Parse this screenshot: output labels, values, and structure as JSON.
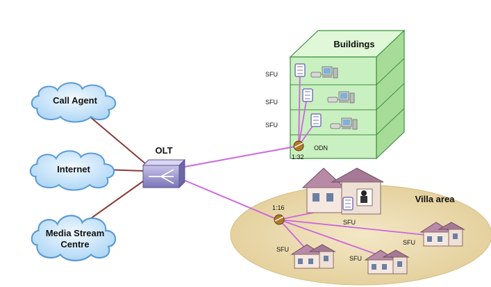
{
  "clouds": {
    "call_agent": "Call Agent",
    "internet": "Internet",
    "media_line1": "Media Stream",
    "media_line2": "Centre"
  },
  "olt": {
    "label": "OLT"
  },
  "buildings": {
    "title": "Buildings",
    "odn_label": "ODN",
    "splitter_ratio": "1:32",
    "floor_labels": [
      "SFU",
      "SFU",
      "SFU"
    ]
  },
  "villa": {
    "title": "Villa area",
    "splitter_ratio": "1:16",
    "house_labels": [
      "SFU",
      "SFU",
      "SFU",
      "SFU"
    ]
  },
  "colors": {
    "cloud_fill": "#cfe8fb",
    "cloud_stroke": "#5b9bd5",
    "fiber": "#cc66dd",
    "copper": "#8b3a3a",
    "building_fill": "#c9f0c0",
    "villa_fill": "#ecdcb2"
  }
}
